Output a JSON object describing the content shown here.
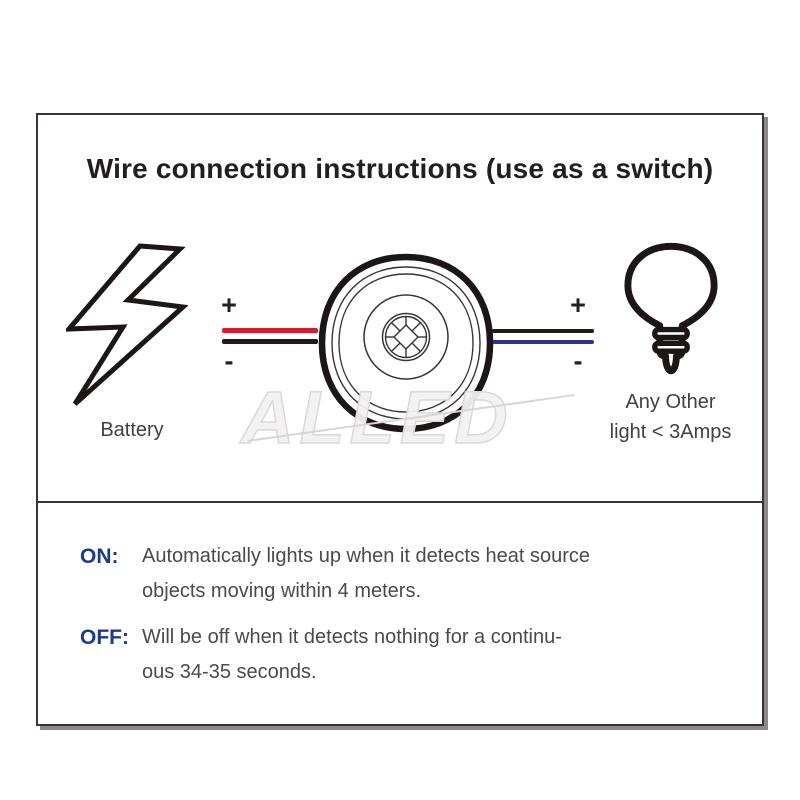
{
  "title": "Wire connection instructions (use as a switch)",
  "diagram": {
    "battery_label": "Battery",
    "load_label_line1": "Any Other",
    "load_label_line2": "light < 3Amps",
    "input_plus": "+",
    "input_minus": "-",
    "output_plus": "+",
    "output_minus": "-",
    "watermark": "ALLED"
  },
  "instructions": [
    {
      "label": "ON:",
      "lines": [
        "Automatically lights up when it detects heat source",
        "objects moving within 4 meters."
      ]
    },
    {
      "label": "OFF:",
      "lines": [
        "Will be off when it detects nothing for a continu-",
        "ous 34-35 seconds."
      ]
    }
  ],
  "colors": {
    "positive_wire": "#d91a2a",
    "negative_wire": "#231815",
    "output_positive_wire": "#231815",
    "output_negative_wire": "#2e3192",
    "outline": "#1d1617",
    "label_accent": "#1c3b8b"
  }
}
